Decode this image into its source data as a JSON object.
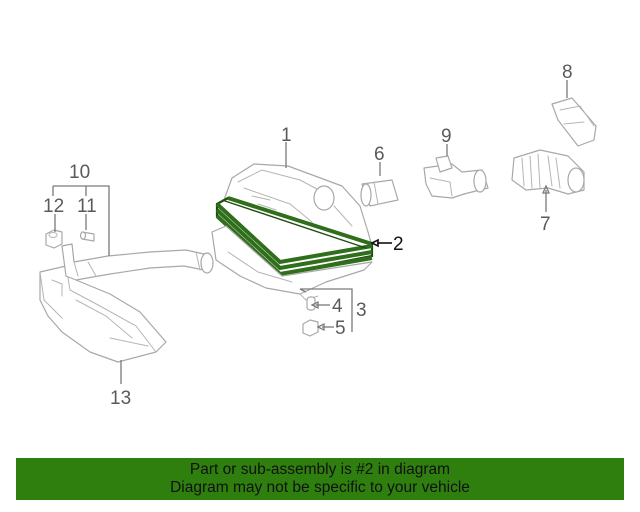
{
  "colors": {
    "highlight": "#2f6e1a",
    "banner_bg": "#2f7f0f",
    "line": "#a8a8a8",
    "text": "#5a5a5a"
  },
  "callouts": {
    "c1": "1",
    "c2": "2",
    "c3": "3",
    "c4": "4",
    "c5": "5",
    "c6": "6",
    "c7": "7",
    "c8": "8",
    "c9": "9",
    "c10": "10",
    "c11": "11",
    "c12": "12",
    "c13": "13"
  },
  "banner": {
    "line1": "Part or sub-assembly is #2 in diagram",
    "line2": "Diagram may not be specific to your vehicle"
  }
}
